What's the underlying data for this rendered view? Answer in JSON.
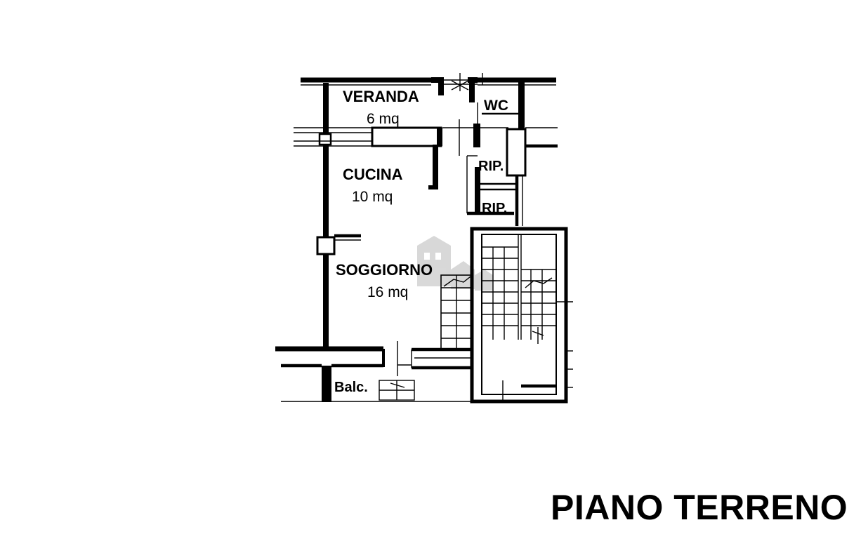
{
  "plan": {
    "title": "PIANO TERRENO",
    "rooms": {
      "veranda": {
        "name": "VERANDA",
        "area": "6 mq"
      },
      "wc": {
        "name": "WC"
      },
      "cucina": {
        "name": "CUCINA",
        "area": "10 mq"
      },
      "rip1": {
        "name": "RIP."
      },
      "rip2": {
        "name": "RIP."
      },
      "soggiorno": {
        "name": "SOGGIORNO",
        "area": "16 mq"
      },
      "balcone": {
        "name": "Balc."
      }
    },
    "colors": {
      "ink": "#000000",
      "background": "#ffffff",
      "watermark": "#b8b8b8"
    }
  }
}
